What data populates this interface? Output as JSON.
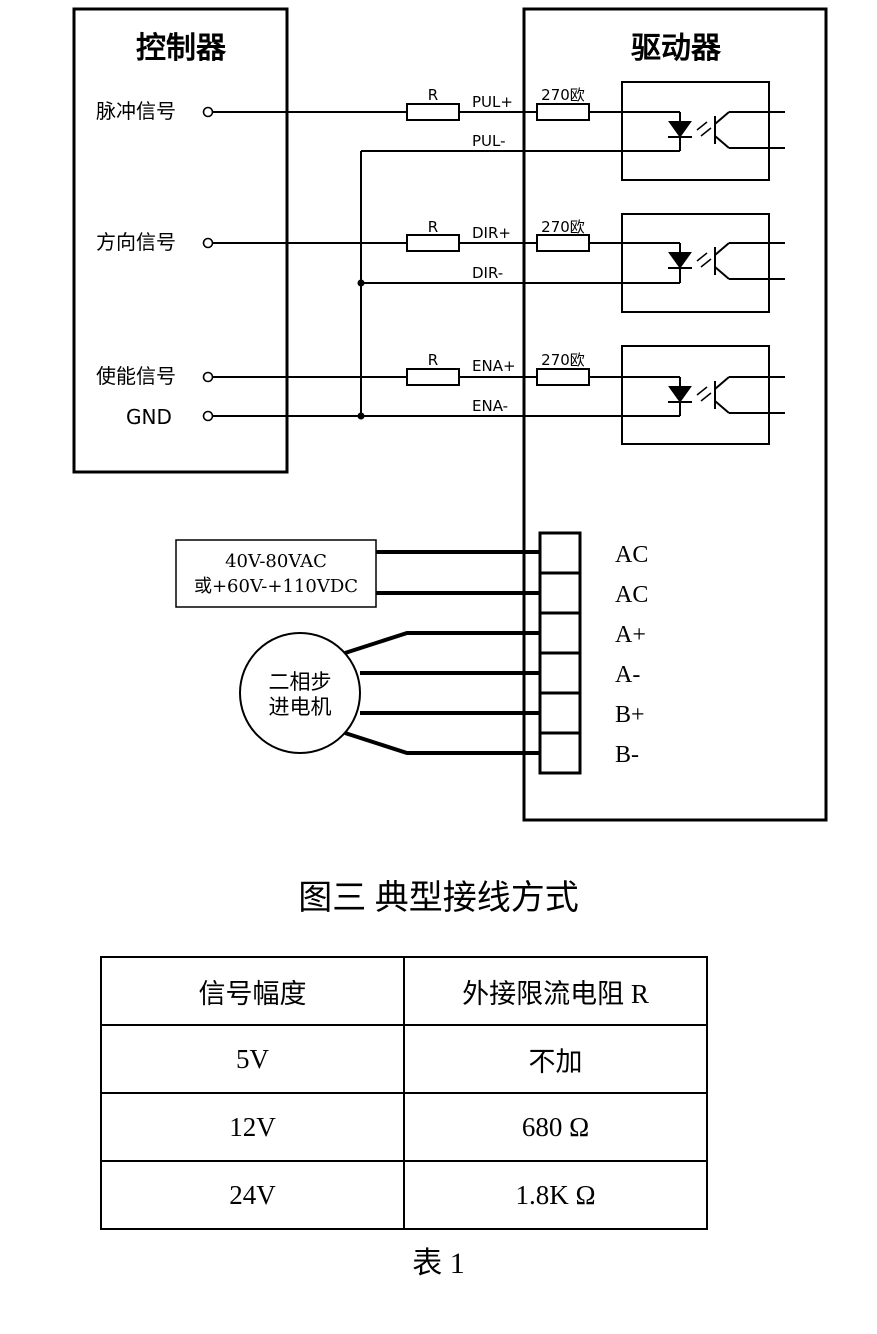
{
  "diagram": {
    "controller_title": "控制器",
    "driver_title": "驱动器",
    "signals": {
      "pulse": "脉冲信号",
      "direction": "方向信号",
      "enable": "使能信号",
      "gnd": "GND"
    },
    "resistor_label": "R",
    "driver_resistor_label": "270欧",
    "pins": {
      "pul_pos": "PUL+",
      "pul_neg": "PUL-",
      "dir_pos": "DIR+",
      "dir_neg": "DIR-",
      "ena_pos": "ENA+",
      "ena_neg": "ENA-"
    },
    "power": {
      "line1": "40V-80VAC",
      "line2": "或+60V-+110VDC"
    },
    "motor": {
      "line1": "二相步",
      "line2": "进电机"
    },
    "terminals": [
      "AC",
      "AC",
      "A+",
      "A-",
      "B+",
      "B-"
    ]
  },
  "figure_caption": "图三 典型接线方式",
  "table": {
    "headers": [
      "信号幅度",
      "外接限流电阻 R"
    ],
    "rows": [
      [
        "5V",
        "不加"
      ],
      [
        "12V",
        "680 Ω"
      ],
      [
        "24V",
        "1.8K Ω"
      ]
    ]
  },
  "table_caption": "表 1"
}
